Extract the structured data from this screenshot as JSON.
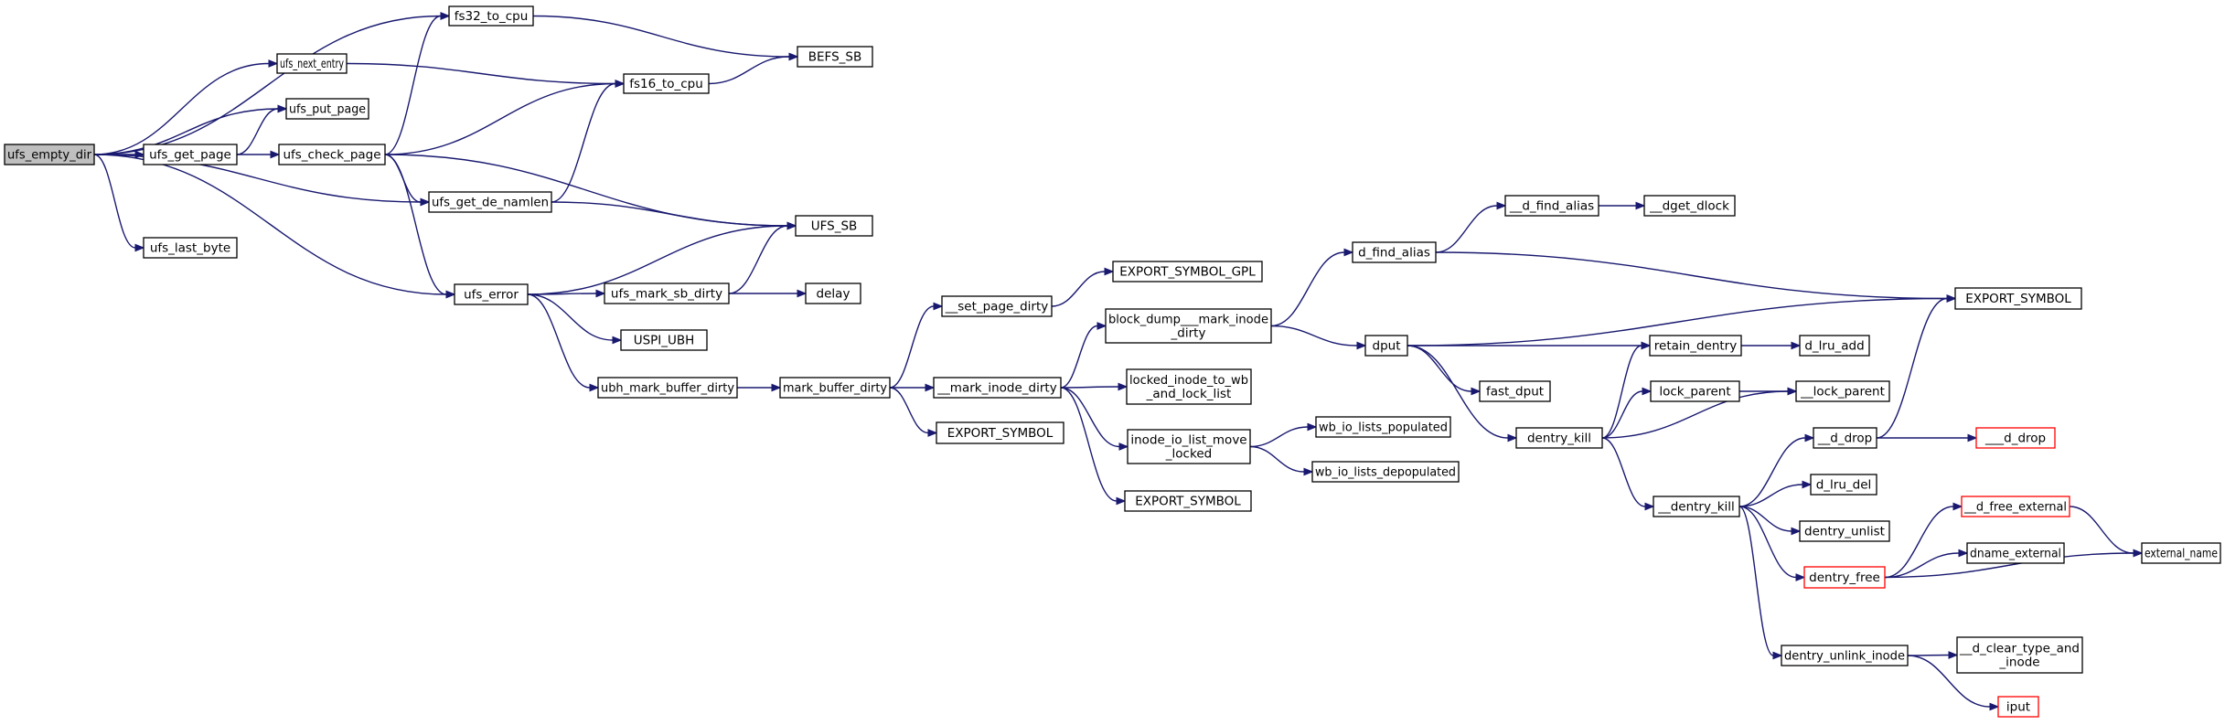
{
  "colors": {
    "edge": "#191970",
    "node_border": "#000000",
    "node_fill": "#ffffff",
    "root_fill": "#bfbfbf",
    "truncated_border": "#ff0000"
  },
  "nodes": [
    {
      "id": "ufs_empty_dir",
      "lines": [
        "ufs_empty_dir"
      ],
      "root": true
    },
    {
      "id": "fs32_to_cpu",
      "lines": [
        "fs32_to_cpu"
      ]
    },
    {
      "id": "ufs_next_entry",
      "lines": [
        "ufs_next_entry"
      ]
    },
    {
      "id": "ufs_put_page",
      "lines": [
        "ufs_put_page"
      ]
    },
    {
      "id": "ufs_get_page",
      "lines": [
        "ufs_get_page"
      ]
    },
    {
      "id": "ufs_check_page",
      "lines": [
        "ufs_check_page"
      ]
    },
    {
      "id": "ufs_get_de_namlen",
      "lines": [
        "ufs_get_de_namlen"
      ]
    },
    {
      "id": "ufs_last_byte",
      "lines": [
        "ufs_last_byte"
      ]
    },
    {
      "id": "ufs_error",
      "lines": [
        "ufs_error"
      ]
    },
    {
      "id": "BEFS_SB",
      "lines": [
        "BEFS_SB"
      ]
    },
    {
      "id": "fs16_to_cpu",
      "lines": [
        "fs16_to_cpu"
      ]
    },
    {
      "id": "UFS_SB",
      "lines": [
        "UFS_SB"
      ]
    },
    {
      "id": "ufs_mark_sb_dirty",
      "lines": [
        "ufs_mark_sb_dirty"
      ]
    },
    {
      "id": "USPI_UBH",
      "lines": [
        "USPI_UBH"
      ]
    },
    {
      "id": "ubh_mark_buffer_dirty",
      "lines": [
        "ubh_mark_buffer_dirty"
      ]
    },
    {
      "id": "delay",
      "lines": [
        "delay"
      ]
    },
    {
      "id": "mark_buffer_dirty",
      "lines": [
        "mark_buffer_dirty"
      ]
    },
    {
      "id": "__set_page_dirty",
      "lines": [
        "__set_page_dirty"
      ]
    },
    {
      "id": "__mark_inode_dirty",
      "lines": [
        "__mark_inode_dirty"
      ]
    },
    {
      "id": "EXPORT_SYMBOL_1",
      "lines": [
        "EXPORT_SYMBOL"
      ]
    },
    {
      "id": "EXPORT_SYMBOL_GPL",
      "lines": [
        "EXPORT_SYMBOL_GPL"
      ]
    },
    {
      "id": "block_dump___mark_inode_dirty",
      "lines": [
        "block_dump___mark_inode",
        "_dirty"
      ]
    },
    {
      "id": "locked_inode_to_wb_and_lock_list",
      "lines": [
        "locked_inode_to_wb",
        "_and_lock_list"
      ]
    },
    {
      "id": "inode_io_list_move_locked",
      "lines": [
        "inode_io_list_move",
        "_locked"
      ]
    },
    {
      "id": "EXPORT_SYMBOL_2",
      "lines": [
        "EXPORT_SYMBOL"
      ]
    },
    {
      "id": "d_find_alias",
      "lines": [
        "d_find_alias"
      ]
    },
    {
      "id": "dput",
      "lines": [
        "dput"
      ]
    },
    {
      "id": "wb_io_lists_populated",
      "lines": [
        "wb_io_lists_populated"
      ]
    },
    {
      "id": "wb_io_lists_depopulated",
      "lines": [
        "wb_io_lists_depopulated"
      ]
    },
    {
      "id": "__d_find_alias",
      "lines": [
        "__d_find_alias"
      ]
    },
    {
      "id": "__dget_dlock",
      "lines": [
        "__dget_dlock"
      ]
    },
    {
      "id": "EXPORT_SYMBOL_3",
      "lines": [
        "EXPORT_SYMBOL"
      ]
    },
    {
      "id": "retain_dentry",
      "lines": [
        "retain_dentry"
      ]
    },
    {
      "id": "fast_dput",
      "lines": [
        "fast_dput"
      ]
    },
    {
      "id": "dentry_kill",
      "lines": [
        "dentry_kill"
      ]
    },
    {
      "id": "d_lru_add",
      "lines": [
        "d_lru_add"
      ]
    },
    {
      "id": "lock_parent",
      "lines": [
        "lock_parent"
      ]
    },
    {
      "id": "__lock_parent",
      "lines": [
        "__lock_parent"
      ]
    },
    {
      "id": "__dentry_kill",
      "lines": [
        "__dentry_kill"
      ]
    },
    {
      "id": "__d_drop",
      "lines": [
        "__d_drop"
      ]
    },
    {
      "id": "___d_drop",
      "lines": [
        "___d_drop"
      ],
      "truncated": true
    },
    {
      "id": "d_lru_del",
      "lines": [
        "d_lru_del"
      ]
    },
    {
      "id": "dentry_unlist",
      "lines": [
        "dentry_unlist"
      ]
    },
    {
      "id": "dentry_free",
      "lines": [
        "dentry_free"
      ],
      "truncated": true
    },
    {
      "id": "__d_free_external",
      "lines": [
        "__d_free_external"
      ],
      "truncated": true
    },
    {
      "id": "dname_external",
      "lines": [
        "dname_external"
      ]
    },
    {
      "id": "external_name",
      "lines": [
        "external_name"
      ]
    },
    {
      "id": "dentry_unlink_inode",
      "lines": [
        "dentry_unlink_inode"
      ]
    },
    {
      "id": "__d_clear_type_and_inode",
      "lines": [
        "__d_clear_type_and",
        "_inode"
      ]
    },
    {
      "id": "iput",
      "lines": [
        "iput"
      ],
      "truncated": true
    }
  ],
  "edges": [
    [
      "ufs_empty_dir",
      "fs32_to_cpu"
    ],
    [
      "ufs_empty_dir",
      "ufs_next_entry"
    ],
    [
      "ufs_empty_dir",
      "ufs_put_page"
    ],
    [
      "ufs_empty_dir",
      "ufs_get_page"
    ],
    [
      "ufs_empty_dir",
      "ufs_get_de_namlen"
    ],
    [
      "ufs_empty_dir",
      "ufs_last_byte"
    ],
    [
      "ufs_empty_dir",
      "ufs_error"
    ],
    [
      "fs32_to_cpu",
      "BEFS_SB"
    ],
    [
      "ufs_next_entry",
      "fs16_to_cpu"
    ],
    [
      "ufs_get_page",
      "ufs_put_page"
    ],
    [
      "ufs_get_page",
      "ufs_check_page"
    ],
    [
      "ufs_check_page",
      "fs32_to_cpu"
    ],
    [
      "ufs_check_page",
      "fs16_to_cpu"
    ],
    [
      "ufs_check_page",
      "ufs_get_de_namlen"
    ],
    [
      "ufs_check_page",
      "UFS_SB"
    ],
    [
      "ufs_check_page",
      "ufs_error"
    ],
    [
      "fs16_to_cpu",
      "BEFS_SB"
    ],
    [
      "ufs_get_de_namlen",
      "fs16_to_cpu"
    ],
    [
      "ufs_get_de_namlen",
      "UFS_SB"
    ],
    [
      "ufs_error",
      "UFS_SB"
    ],
    [
      "ufs_error",
      "ufs_mark_sb_dirty"
    ],
    [
      "ufs_error",
      "USPI_UBH"
    ],
    [
      "ufs_error",
      "ubh_mark_buffer_dirty"
    ],
    [
      "ufs_mark_sb_dirty",
      "UFS_SB"
    ],
    [
      "ufs_mark_sb_dirty",
      "delay"
    ],
    [
      "ubh_mark_buffer_dirty",
      "mark_buffer_dirty"
    ],
    [
      "mark_buffer_dirty",
      "__set_page_dirty"
    ],
    [
      "mark_buffer_dirty",
      "__mark_inode_dirty"
    ],
    [
      "mark_buffer_dirty",
      "EXPORT_SYMBOL_1"
    ],
    [
      "__set_page_dirty",
      "EXPORT_SYMBOL_GPL"
    ],
    [
      "__mark_inode_dirty",
      "block_dump___mark_inode_dirty"
    ],
    [
      "__mark_inode_dirty",
      "locked_inode_to_wb_and_lock_list"
    ],
    [
      "__mark_inode_dirty",
      "inode_io_list_move_locked"
    ],
    [
      "__mark_inode_dirty",
      "EXPORT_SYMBOL_2"
    ],
    [
      "block_dump___mark_inode_dirty",
      "d_find_alias"
    ],
    [
      "block_dump___mark_inode_dirty",
      "dput"
    ],
    [
      "inode_io_list_move_locked",
      "wb_io_lists_populated"
    ],
    [
      "inode_io_list_move_locked",
      "wb_io_lists_depopulated"
    ],
    [
      "d_find_alias",
      "__d_find_alias"
    ],
    [
      "d_find_alias",
      "EXPORT_SYMBOL_3"
    ],
    [
      "__d_find_alias",
      "__dget_dlock"
    ],
    [
      "dput",
      "EXPORT_SYMBOL_3"
    ],
    [
      "dput",
      "retain_dentry"
    ],
    [
      "dput",
      "fast_dput"
    ],
    [
      "dput",
      "dentry_kill"
    ],
    [
      "retain_dentry",
      "d_lru_add"
    ],
    [
      "dentry_kill",
      "retain_dentry"
    ],
    [
      "dentry_kill",
      "lock_parent"
    ],
    [
      "dentry_kill",
      "__lock_parent"
    ],
    [
      "dentry_kill",
      "__dentry_kill"
    ],
    [
      "lock_parent",
      "__lock_parent"
    ],
    [
      "__dentry_kill",
      "__d_drop"
    ],
    [
      "__dentry_kill",
      "d_lru_del"
    ],
    [
      "__dentry_kill",
      "dentry_unlist"
    ],
    [
      "__dentry_kill",
      "dentry_free"
    ],
    [
      "__dentry_kill",
      "dentry_unlink_inode"
    ],
    [
      "__d_drop",
      "EXPORT_SYMBOL_3"
    ],
    [
      "__d_drop",
      "___d_drop"
    ],
    [
      "dentry_free",
      "__d_free_external"
    ],
    [
      "dentry_free",
      "dname_external"
    ],
    [
      "dentry_free",
      "external_name"
    ],
    [
      "__d_free_external",
      "external_name"
    ],
    [
      "dentry_unlink_inode",
      "__d_clear_type_and_inode"
    ],
    [
      "dentry_unlink_inode",
      "iput"
    ]
  ]
}
